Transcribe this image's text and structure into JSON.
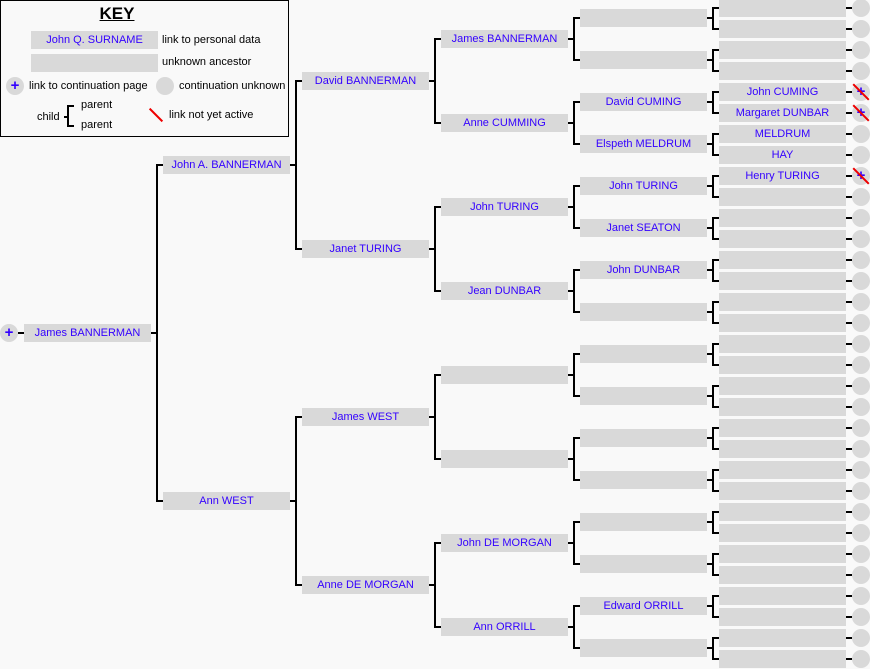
{
  "key": {
    "title": "KEY",
    "sample_name": "John Q. SURNAME",
    "personal": "link to personal data",
    "unknown": "unknown ancestor",
    "continuation": "link to continuation page",
    "cont_unknown": "continuation unknown",
    "child": "child",
    "parent1": "parent",
    "parent2": "parent",
    "not_active": "link not yet active"
  },
  "generations": [
    [
      "James BANNERMAN"
    ],
    [
      "John A. BANNERMAN",
      "Ann WEST"
    ],
    [
      "David BANNERMAN",
      "Janet TURING",
      "James WEST",
      "Anne DE MORGAN"
    ],
    [
      "James BANNERMAN",
      "Anne CUMMING",
      "John TURING",
      "Jean DUNBAR",
      "",
      "",
      "John DE MORGAN",
      "Ann ORRILL"
    ],
    [
      "",
      "",
      "David CUMING",
      "Elspeth MELDRUM",
      "John TURING",
      "Janet SEATON",
      "John DUNBAR",
      "",
      "",
      "",
      "",
      "",
      "",
      "",
      "Edward ORRILL",
      ""
    ],
    [
      "",
      "",
      "",
      "",
      "John CUMING",
      "Margaret DUNBAR",
      "MELDRUM",
      "HAY",
      "Henry TURING",
      "",
      "",
      "",
      "",
      "",
      "",
      "",
      "",
      "",
      "",
      "",
      "",
      "",
      "",
      "",
      "",
      "",
      "",
      "",
      "",
      "",
      "",
      ""
    ]
  ],
  "inactive_links": [
    4,
    5,
    8
  ],
  "colors": {
    "box": "#d9d9d9",
    "link": "#3300ff"
  }
}
